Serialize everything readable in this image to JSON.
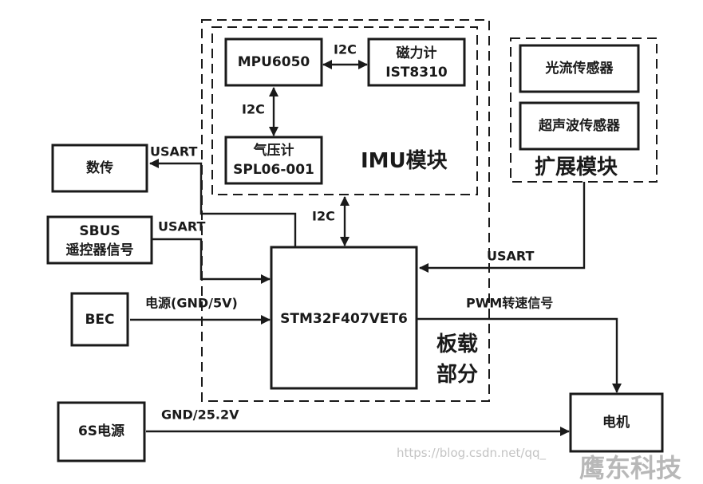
{
  "blocks": {
    "mpu6050": "MPU6050",
    "magnetometer_line1": "磁力计",
    "magnetometer_line2": "IST8310",
    "barometer_line1": "气压计",
    "barometer_line2": "SPL06-001",
    "imu_module": "IMU模块",
    "optical_flow": "光流传感器",
    "ultrasonic": "超声波传感器",
    "expansion_module": "扩展模块",
    "data_link": "数传",
    "sbus_line1": "SBUS",
    "sbus_line2": "遥控器信号",
    "bec": "BEC",
    "mcu": "STM32F407VET6",
    "onboard_line1": "板载",
    "onboard_line2": "部分",
    "battery": "6S电源",
    "motor": "电机"
  },
  "edges": {
    "i2c_mpu_mag": "I2C",
    "i2c_mpu_baro": "I2C",
    "i2c_imu_mcu": "I2C",
    "usart_datalink": "USART",
    "usart_sbus": "USART",
    "usart_expansion": "USART",
    "power_bec": "电源(GND/5V)",
    "pwm_signal": "PWM转速信号",
    "power_battery": "GND/25.2V"
  },
  "watermark": {
    "url": "https://blog.csdn.net/qq_",
    "brand": "鹰东科技"
  }
}
